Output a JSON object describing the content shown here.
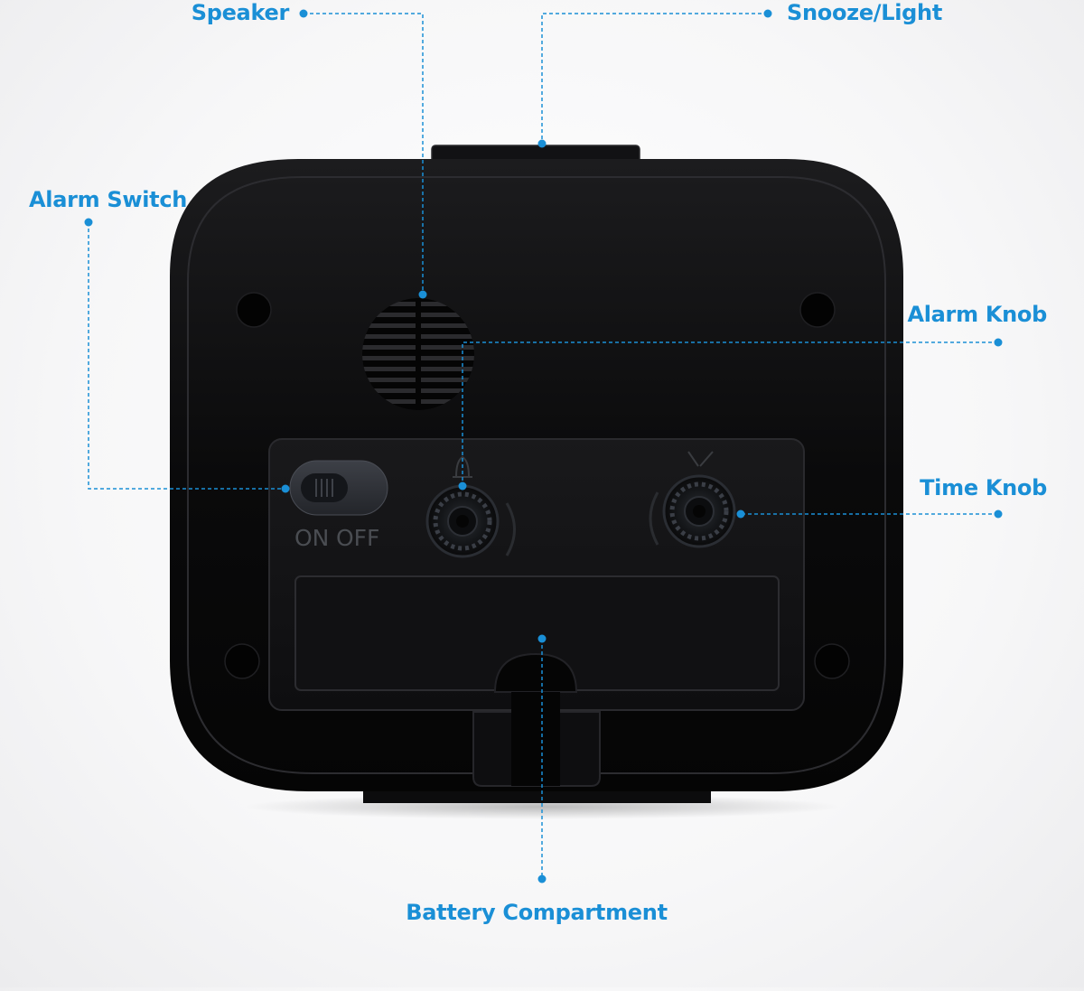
{
  "colors": {
    "accent": "#1a8fd6",
    "device_body": "#0b0b0c",
    "device_panel": "#141416",
    "background": "#f7f7f8"
  },
  "callouts": {
    "speaker": "Speaker",
    "snooze_light": "Snooze/Light",
    "alarm_switch": "Alarm Switch",
    "alarm_knob": "Alarm Knob",
    "time_knob": "Time Knob",
    "battery_compartment": "Battery Compartment"
  },
  "device": {
    "switch_on_label": "ON",
    "switch_off_label": "OFF"
  }
}
